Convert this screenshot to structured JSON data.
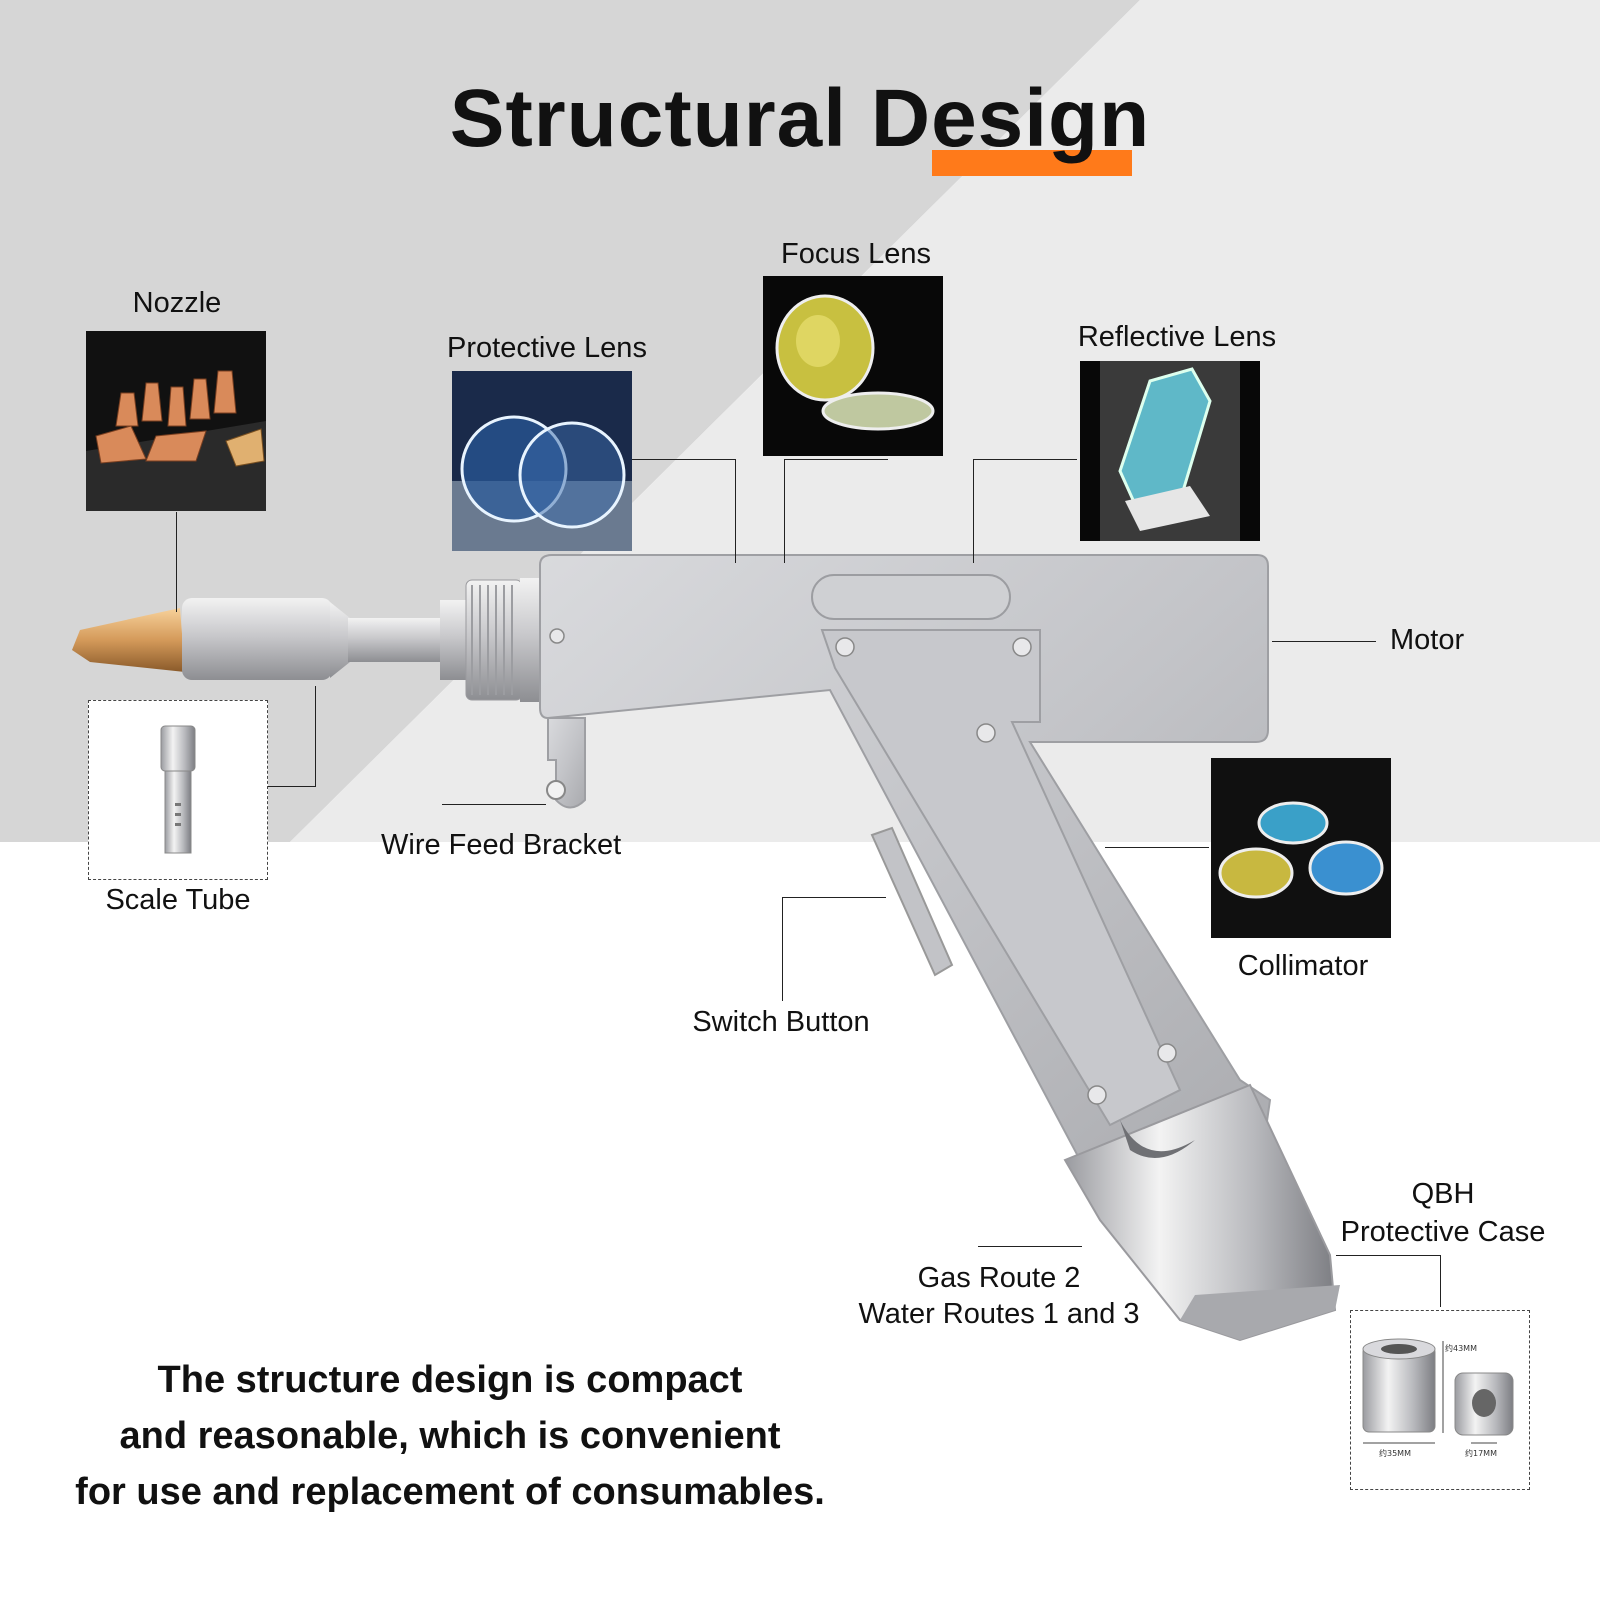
{
  "title": "Structural Design",
  "accent_color": "#ff7a1a",
  "background": {
    "upper": "#dcdcdc",
    "lower": "#ffffff"
  },
  "parts": {
    "nozzle": {
      "label": "Nozzle",
      "icon": "nozzle-photo"
    },
    "protective_lens": {
      "label": "Protective Lens",
      "icon": "lens-photo"
    },
    "focus_lens": {
      "label": "Focus Lens",
      "icon": "lens-photo"
    },
    "reflective_lens": {
      "label": "Reflective Lens",
      "icon": "mirror-photo"
    },
    "motor": {
      "label": "Motor"
    },
    "scale_tube": {
      "label": "Scale Tube",
      "icon": "tube-photo"
    },
    "wire_feed_bracket": {
      "label": "Wire Feed Bracket"
    },
    "collimator": {
      "label": "Collimator",
      "icon": "lens-photo"
    },
    "switch_button": {
      "label": "Switch Button"
    },
    "qbh": {
      "label_line1": "QBH",
      "label_line2": "Protective Case",
      "icon": "connector-photo",
      "dims": {
        "height": "约43MM",
        "width": "约35MM",
        "small": "约17MM"
      }
    },
    "gas_water": {
      "line1": "Gas Route 2",
      "line2": "Water Routes 1 and 3"
    }
  },
  "description": {
    "line1": "The structure design is compact",
    "line2": "and reasonable, which is convenient",
    "line3": "for use and replacement of consumables."
  }
}
